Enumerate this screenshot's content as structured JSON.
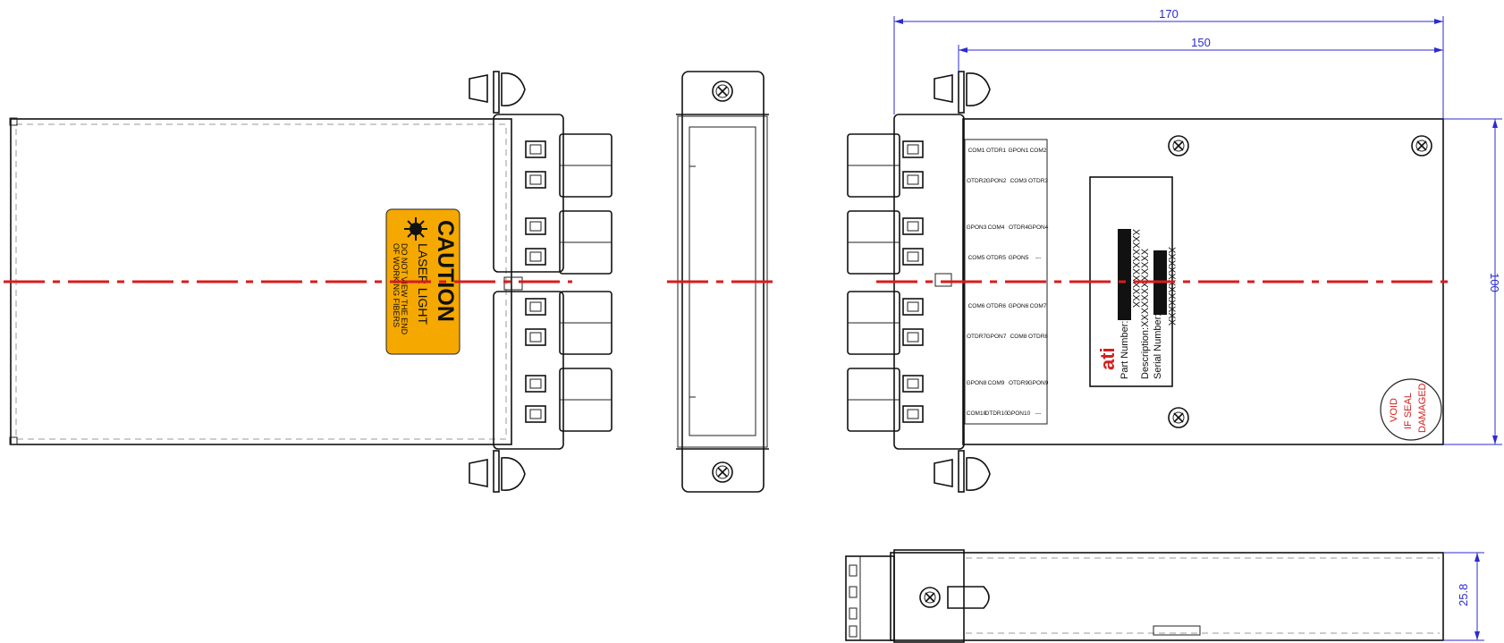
{
  "dimensions": {
    "width_outer": "170",
    "width_inner": "150",
    "height": "100",
    "thickness": "25.8"
  },
  "caution_label": {
    "title": "CAUTION",
    "subtitle": "LASER LIGHT",
    "warning_line1": "DO NOT VIEW THE END",
    "warning_line2": "OF WORKING FIBERS",
    "background": "#F5A800"
  },
  "port_labels": [
    [
      "COM1",
      "OTDR1",
      "GPON1",
      "COM2"
    ],
    [
      "OTDR2",
      "GPON2",
      "COM3",
      "OTDR3"
    ],
    [
      "GPON3",
      "COM4",
      "OTDR4",
      "GPON4"
    ],
    [
      "COM5",
      "OTDR5",
      "GPON5",
      "---"
    ],
    [
      "COM6",
      "OTDR6",
      "GPON6",
      "COM7"
    ],
    [
      "OTDR7",
      "GPON7",
      "COM8",
      "OTDR8"
    ],
    [
      "GPON8",
      "COM9",
      "OTDR9",
      "GPON9"
    ],
    [
      "COM10",
      "OTDR10",
      "GPON10",
      "---"
    ]
  ],
  "product_label": {
    "logo": "ati",
    "logo_color": "#D32020",
    "part_number": "Part Number:",
    "description": "Description:XXXXXXXXXXXX",
    "serial_number": "Serial Number:",
    "barcode_text": "XXXXXXXXXXXX"
  },
  "seal": {
    "line1": "VOID",
    "line2": "IF SEAL",
    "line3": "DAMAGED",
    "color": "#D32020"
  },
  "colors": {
    "centerline": "#D91B1B",
    "dimension": "#2B2BD0",
    "outline": "#111111"
  }
}
